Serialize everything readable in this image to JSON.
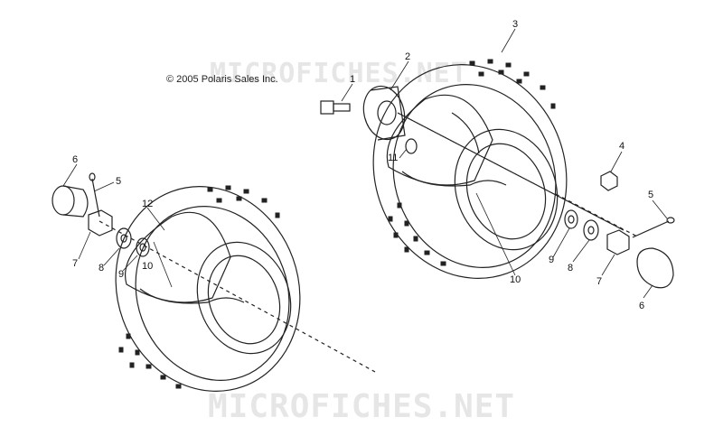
{
  "header": {
    "copyright": "© 2005 Polaris Sales Inc.",
    "watermark_top": "MICROFICHES.NET",
    "watermark_bottom": "MICROFICHES.NET"
  },
  "callouts": {
    "c1": "1",
    "c2": "2",
    "c3": "3",
    "c4": "4",
    "c5_right": "5",
    "c6_right": "6",
    "c7_right": "7",
    "c8_right": "8",
    "c9_right": "9",
    "c10_right": "10",
    "c11": "11",
    "c5_left": "5",
    "c6_left": "6",
    "c7_left": "7",
    "c8_left": "8",
    "c9_left": "9",
    "c10_left": "10",
    "c12": "12"
  },
  "colors": {
    "line": "#222222",
    "watermark": "#e6e6e6"
  }
}
